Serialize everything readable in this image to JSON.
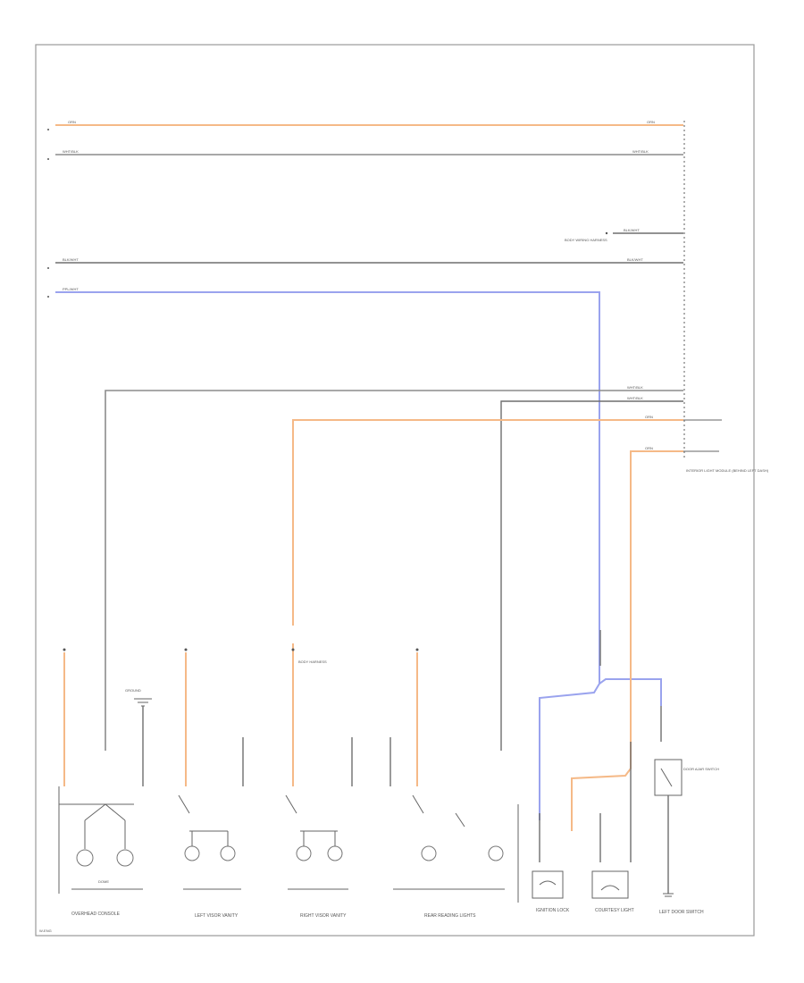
{
  "wires": {
    "w1": {
      "color_hex": "#f5b987",
      "label": "ORN"
    },
    "w2": {
      "color_hex": "#8c8c8c",
      "label": "WHT/BLK"
    },
    "w3": {
      "color_hex": "#6e6e6e",
      "label": "BLK/WHT"
    },
    "w4": {
      "color_hex": "#9aa3ee",
      "label": "PPL/WHT"
    },
    "w5": {
      "color_hex": "#8c8c8c",
      "label": "WHT/BLK"
    },
    "w6": {
      "color_hex": "#6e6e6e",
      "label": "WHT/BLK"
    },
    "w7": {
      "color_hex": "#f5b987",
      "label": "ORN"
    },
    "w8": {
      "color_hex": "#f5b987",
      "label": "ORN"
    }
  },
  "side_labels": {
    "mid_note": "BODY WIRING HARNESS",
    "bottom_note": "INTERIOR LIGHT MODULE (BEHIND LEFT DASH)",
    "switch_note": "DOOR AJAR SWITCH",
    "ground_note": "GROUND",
    "sw_harness": "BODY HARNESS"
  },
  "components": [
    {
      "name": "OVERHEAD CONSOLE",
      "sub": "DOME"
    },
    {
      "name": "LEFT VISOR VANITY",
      "sub": ""
    },
    {
      "name": "RIGHT VISOR VANITY",
      "sub": ""
    },
    {
      "name": "REAR READING LIGHTS",
      "sub": ""
    },
    {
      "name": "IGNITION LOCK",
      "sub": ""
    },
    {
      "name": "COURTESY LIGHT",
      "sub": ""
    },
    {
      "name": "LEFT DOOR SWITCH",
      "sub": ""
    }
  ],
  "footer": "W-ENG"
}
